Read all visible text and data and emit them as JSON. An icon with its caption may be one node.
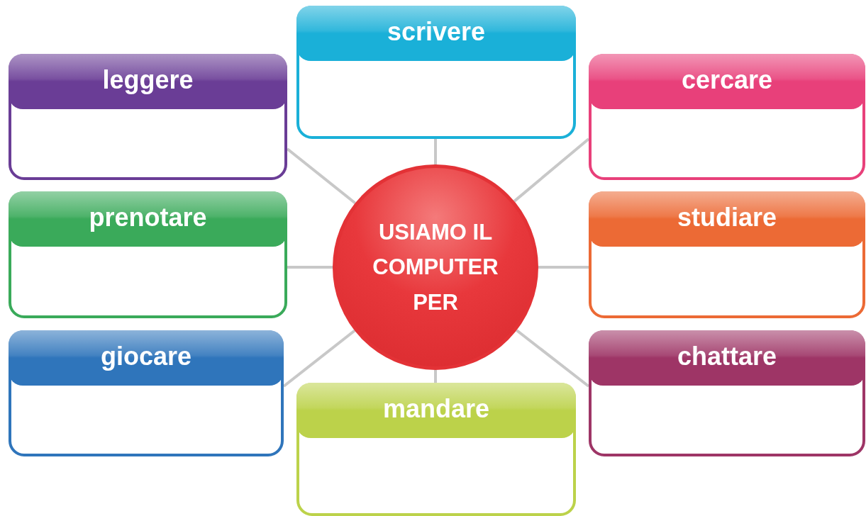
{
  "diagram": {
    "nodes": [
      {
        "text": [
          "USIAMO IL COMPUTER PER"
        ]
      },
      {
        "text": [
          "scrivere"
        ]
      },
      {
        "text": [
          "leggere"
        ]
      },
      {
        "text": [
          "cercare"
        ]
      },
      {
        "text": [
          "prenotare"
        ]
      },
      {
        "text": [
          "studiare"
        ]
      },
      {
        "text": [
          "giocare"
        ]
      },
      {
        "text": [
          "chattare"
        ]
      },
      {
        "text": [
          "mandare"
        ]
      }
    ],
    "edges": [
      {
        "from": 0,
        "to": 1,
        "arrow": "none"
      },
      {
        "from": 0,
        "to": 2,
        "arrow": "none"
      },
      {
        "from": 0,
        "to": 3,
        "arrow": "none"
      },
      {
        "from": 0,
        "to": 4,
        "arrow": "none"
      },
      {
        "from": 0,
        "to": 5,
        "arrow": "none"
      },
      {
        "from": 0,
        "to": 6,
        "arrow": "none"
      },
      {
        "from": 0,
        "to": 7,
        "arrow": "none"
      },
      {
        "from": 0,
        "to": 8,
        "arrow": "none"
      }
    ]
  }
}
